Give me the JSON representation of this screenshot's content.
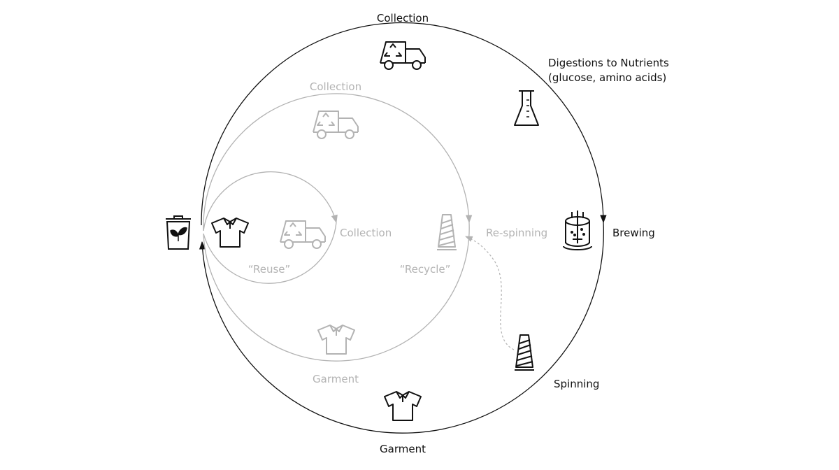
{
  "colors": {
    "outer": "#111111",
    "inner": "#b3b3b3"
  },
  "outer_cycle": {
    "collection": "Collection",
    "digestion": "Digestions to Nutrients",
    "digestion_detail": "(glucose, amino acids)",
    "brewing": "Brewing",
    "spinning": "Spinning",
    "garment": "Garment"
  },
  "recycle_cycle": {
    "collection": "Collection",
    "name": "“Recycle”",
    "respinning": "Re-spinning",
    "garment": "Garment"
  },
  "reuse_cycle": {
    "name": "“Reuse”",
    "collection": "Collection"
  },
  "icons": [
    "compost-bin-icon",
    "shirt-icon",
    "recycling-truck-icon",
    "flask-icon",
    "fermenter-icon",
    "yarn-spool-icon"
  ]
}
